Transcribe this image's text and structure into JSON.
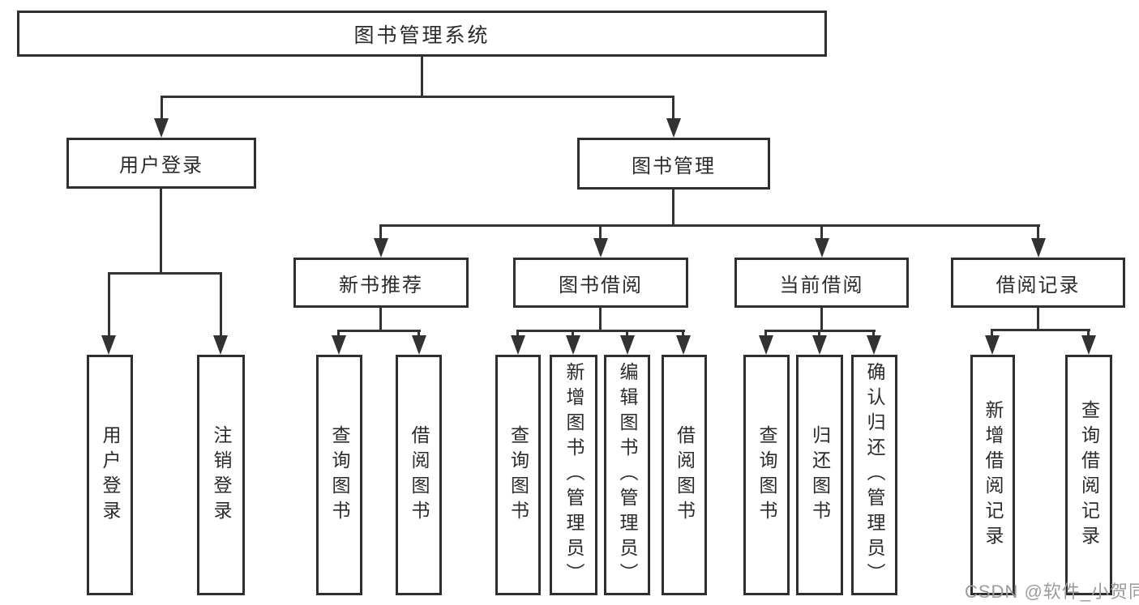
{
  "diagram": {
    "watermark": "CSDN @软件_小贺同学",
    "colors": {
      "line": "#333333",
      "box_border": "#2f2f2f",
      "text": "#2b2b2b",
      "watermark": "#9b9b9b",
      "background": "#ffffff"
    },
    "tree": {
      "label": "图书管理系统",
      "children": [
        {
          "label": "用户登录",
          "children": [
            {
              "label": "用户登录"
            },
            {
              "label": "注销登录"
            }
          ]
        },
        {
          "label": "图书管理",
          "children": [
            {
              "label": "新书推荐",
              "children": [
                {
                  "label": "查询图书"
                },
                {
                  "label": "借阅图书"
                }
              ]
            },
            {
              "label": "图书借阅",
              "children": [
                {
                  "label": "查询图书"
                },
                {
                  "label": "新增图书（管理员）"
                },
                {
                  "label": "编辑图书（管理员）"
                },
                {
                  "label": "借阅图书"
                }
              ]
            },
            {
              "label": "当前借阅",
              "children": [
                {
                  "label": "查询图书"
                },
                {
                  "label": "归还图书"
                },
                {
                  "label": "确认归还（管理员）"
                }
              ]
            },
            {
              "label": "借阅记录",
              "children": [
                {
                  "label": "新增借阅记录"
                },
                {
                  "label": "查询借阅记录"
                }
              ]
            }
          ]
        }
      ]
    }
  }
}
